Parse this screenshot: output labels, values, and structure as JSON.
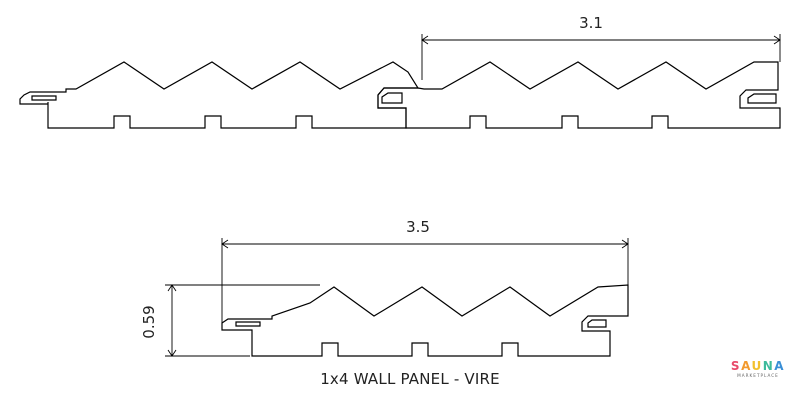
{
  "top_drawing": {
    "dimension_label": "3.1"
  },
  "bottom_drawing": {
    "width_label": "3.5",
    "thickness_label": "0.59"
  },
  "caption": "1x4 WALL PANEL - VIRE",
  "logo": {
    "letters": [
      "S",
      "A",
      "U",
      "N",
      "A"
    ],
    "letter_colors": [
      "#e84a6a",
      "#f29a2e",
      "#f2c12e",
      "#3dbb9b",
      "#3a8fd6"
    ],
    "subtitle": "MARKETPLACE"
  }
}
